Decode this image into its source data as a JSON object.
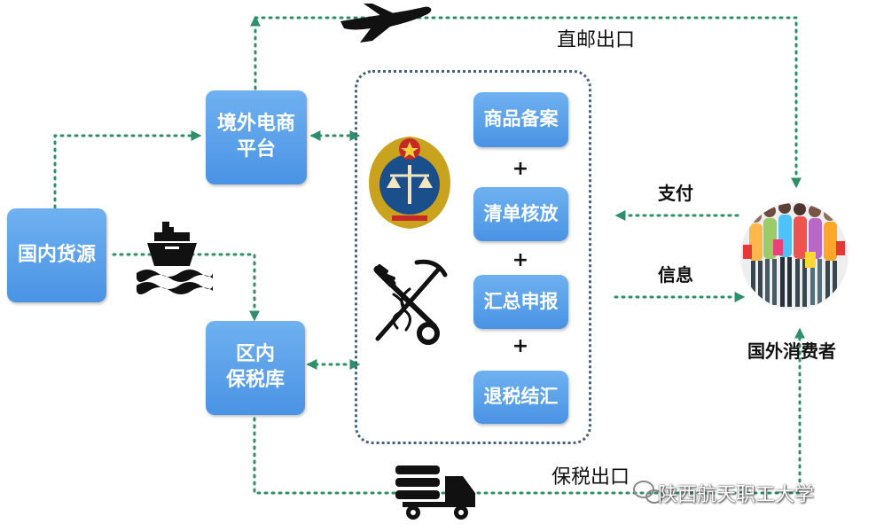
{
  "nodes": {
    "domestic_source": "国内货源",
    "overseas_platform": [
      "境外电商",
      "平台"
    ],
    "bonded_warehouse": [
      "区内",
      "保税库"
    ],
    "consumers": "国外消费者"
  },
  "customs_steps": [
    "商品备案",
    "清单核放",
    "汇总申报",
    "退税结汇"
  ],
  "step_separator": "+",
  "routes": {
    "direct_mail": "直邮出口",
    "bonded": "保税出口"
  },
  "flows": {
    "payment": "支付",
    "information": "信息"
  },
  "watermark": "陕西航天职工大学",
  "colors": {
    "box": "#4a93e4",
    "arrow": "#2f8f6a",
    "frame": "#46617a"
  },
  "icons": [
    "airplane-icon",
    "ship-icon",
    "truck-icon",
    "customs-emblem-icon",
    "customs-key-icon",
    "shoppers-icon",
    "wechat-icon"
  ]
}
